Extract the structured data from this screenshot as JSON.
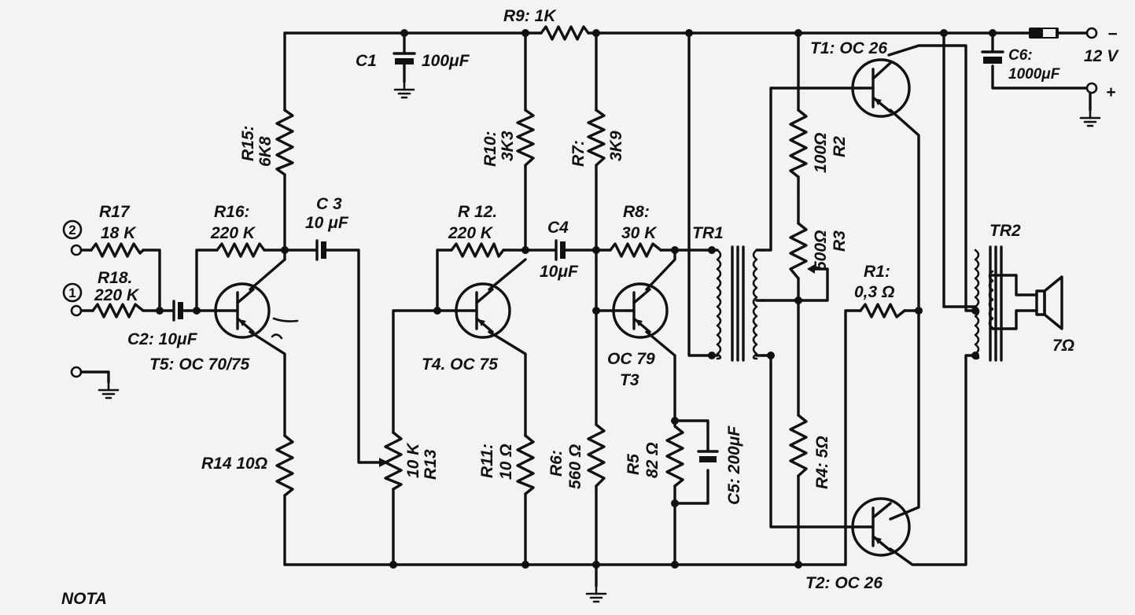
{
  "labels": {
    "r9": "R9: 1K",
    "c1": "C1",
    "c1_val": "100μF",
    "t1": "T1: OC 26",
    "c6": "C6:",
    "c6_val": "1000μF",
    "supply": "12 V",
    "minus": "−",
    "plus": "+",
    "r15": "R15:",
    "r15_val": "6K8",
    "r10": "R10:",
    "r10_val": "3K3",
    "r7": "R7:",
    "r7_val": "3K9",
    "r2_val": "100Ω",
    "r2": "R2",
    "r3_val": "500Ω",
    "r3": "R3",
    "r17": "R17",
    "r17_val": "18 K",
    "in2": "2",
    "in1": "1",
    "r18": "R18.",
    "r18_val": "220 K",
    "r16": "R16:",
    "r16_val": "220 K",
    "c3": "C 3",
    "c3_val": "10 μF",
    "r12": "R 12.",
    "r12_val": "220 K",
    "c4": "C4",
    "c4_val": "10μF",
    "r8": "R8:",
    "r8_val": "30 K",
    "tr1": "TR1",
    "tr2": "TR2",
    "r1": "R1:",
    "r1_val": "0,3 Ω",
    "speaker_val": "7Ω",
    "c2": "C2: 10μF",
    "t5": "T5: OC 70/75",
    "t4": "T4. OC 75",
    "oc79": "OC 79",
    "t3": "T3",
    "r14": "R14  10Ω",
    "r13_val": "10 K",
    "r13": "R13",
    "r11": "R11:",
    "r11_val": "10 Ω",
    "r6": "R6:",
    "r6_val": "560 Ω",
    "r5": "R5",
    "r5_val": "82 Ω",
    "c5": "C5: 200μF",
    "r4": "R4: 5Ω",
    "t2": "T2: OC 26",
    "nota": "NOTA"
  }
}
